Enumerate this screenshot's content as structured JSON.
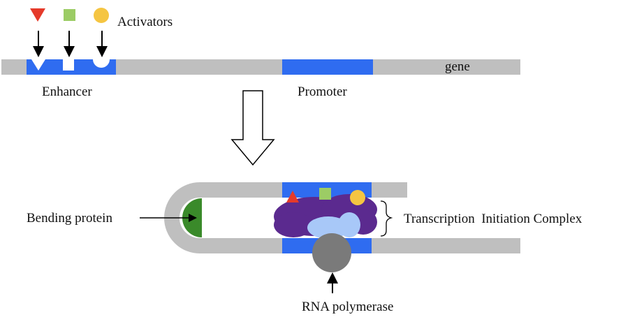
{
  "labels": {
    "activators": "Activators",
    "gene": "gene",
    "enhancer": "Enhancer",
    "promoter": "Promoter",
    "bending_protein": "Bending protein",
    "complex": "Transcription  Initiation Complex",
    "rna_polymerase": "RNA polymerase"
  },
  "colors": {
    "dna": "#bfbfbf",
    "region": "#2f6cf0",
    "activator_triangle": "#e53a2a",
    "activator_square": "#9ccc65",
    "activator_circle": "#f5c542",
    "bending_protein": "#3a8a2a",
    "complex_purple": "#5b2a8f",
    "complex_light": "#a8c8f8",
    "rna_polymerase": "#7a7a7a"
  }
}
